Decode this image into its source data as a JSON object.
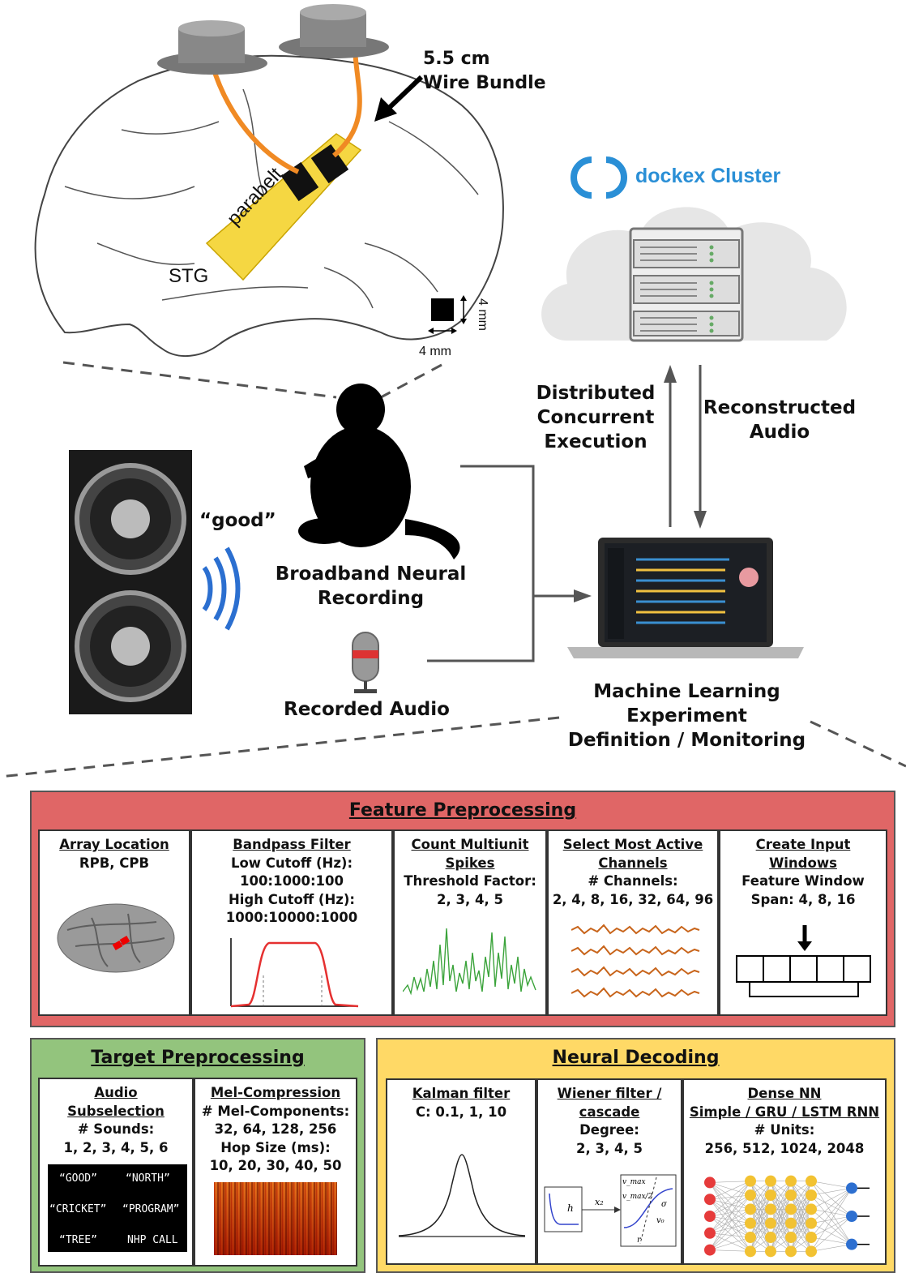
{
  "brain": {
    "wire_label": [
      "5.5 cm",
      "Wire Bundle"
    ],
    "parabelt_label": "parabelt",
    "stg_label": "STG",
    "scale_v": "4 mm",
    "scale_h": "4 mm"
  },
  "cluster": {
    "title": "dockex Cluster",
    "brand_color": "#2a8fd6"
  },
  "labels": {
    "distributed": [
      "Distributed",
      "Concurrent",
      "Execution"
    ],
    "reconstructed": [
      "Reconstructed",
      "Audio"
    ],
    "speech": "“good”",
    "neural": [
      "Broadband Neural",
      "Recording"
    ],
    "recorded_audio": "Recorded Audio",
    "ml": [
      "Machine Learning Experiment",
      "Definition / Monitoring"
    ]
  },
  "feature_preprocessing": {
    "title": "Feature Preprocessing",
    "color": "#e06666",
    "cells": [
      {
        "title": [
          "Array Location"
        ],
        "lines": [
          "RPB, CPB"
        ]
      },
      {
        "title": [
          "Bandpass Filter"
        ],
        "lines": [
          "Low Cutoff (Hz):",
          "100:1000:100",
          "High Cutoff (Hz):",
          "1000:10000:1000"
        ]
      },
      {
        "title": [
          "Count Multiunit",
          "Spikes"
        ],
        "lines": [
          "Threshold Factor:",
          "2, 3, 4, 5"
        ]
      },
      {
        "title": [
          "Select Most Active",
          "Channels"
        ],
        "lines": [
          "# Channels:",
          "2, 4, 8, 16, 32, 64, 96"
        ]
      },
      {
        "title": [
          "Create Input",
          "Windows"
        ],
        "lines": [
          "Feature Window",
          "Span: 4, 8, 16"
        ]
      }
    ]
  },
  "target_preprocessing": {
    "title": "Target Preprocessing",
    "color": "#93c47d",
    "cells": [
      {
        "title": [
          "Audio",
          "Subselection"
        ],
        "lines": [
          "# Sounds:",
          "1, 2, 3, 4, 5, 6"
        ]
      },
      {
        "title": [
          "Mel-Compression"
        ],
        "lines": [
          "# Mel-Components:",
          "32, 64, 128, 256",
          "Hop Size (ms):",
          "10, 20, 30, 40, 50"
        ]
      }
    ],
    "sounds": [
      "“GOOD”",
      "“NORTH”",
      "“CRICKET”",
      "“PROGRAM”",
      "“TREE”",
      "NHP CALL"
    ]
  },
  "neural_decoding": {
    "title": "Neural Decoding",
    "color": "#ffd966",
    "cells": [
      {
        "title": [
          "Kalman filter"
        ],
        "lines": [
          "C: 0.1, 1, 10"
        ]
      },
      {
        "title": [
          "Wiener filter /",
          "cascade"
        ],
        "lines": [
          "Degree:",
          "2, 3, 4, 5"
        ]
      },
      {
        "title": [
          "Dense NN",
          "Simple / GRU / LSTM RNN"
        ],
        "lines": [
          "# Units:",
          "256, 512, 1024, 2048"
        ]
      }
    ],
    "wiener_labels": {
      "h": "h",
      "x2": "x₂",
      "vmax": "v_max",
      "vmax2": "v_max/2",
      "sigma": "σ",
      "v0": "v₀",
      "r": "r"
    }
  }
}
